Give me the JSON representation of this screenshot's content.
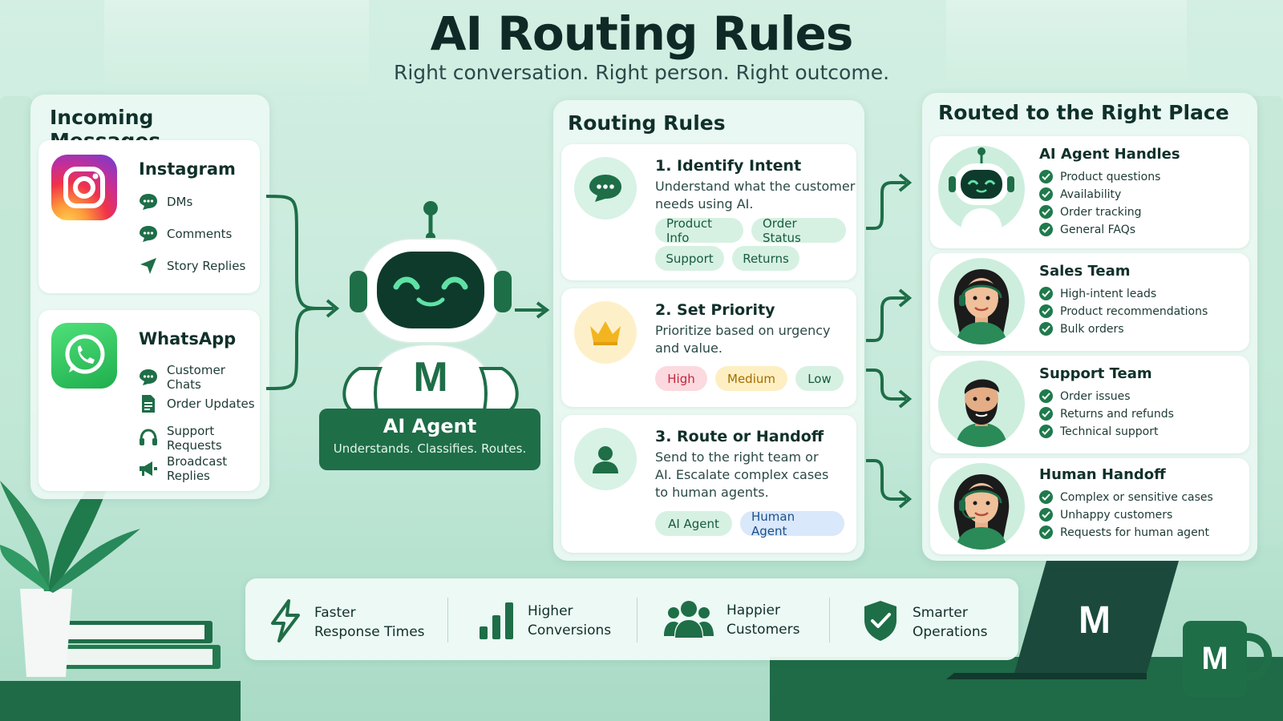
{
  "header": {
    "title": "AI Routing Rules",
    "subtitle": "Right conversation. Right person. Right outcome."
  },
  "incoming": {
    "title": "Incoming Messages",
    "sources": [
      {
        "name": "Instagram",
        "icon": "instagram-icon",
        "items": [
          {
            "label": "DMs",
            "icon": "chat-bubble-icon"
          },
          {
            "label": "Comments",
            "icon": "chat-bubble-icon"
          },
          {
            "label": "Story Replies",
            "icon": "send-icon"
          }
        ]
      },
      {
        "name": "WhatsApp",
        "icon": "whatsapp-icon",
        "items": [
          {
            "label": "Customer Chats",
            "icon": "chat-bubble-icon"
          },
          {
            "label": "Order Updates",
            "icon": "document-icon"
          },
          {
            "label": "Support Requests",
            "icon": "headset-icon"
          },
          {
            "label": "Broadcast Replies",
            "icon": "megaphone-icon"
          }
        ]
      }
    ]
  },
  "agent": {
    "letter": "M",
    "title": "AI Agent",
    "tagline": "Understands. Classifies. Routes."
  },
  "rules": {
    "title": "Routing Rules",
    "items": [
      {
        "title": "1. Identify Intent",
        "desc1": "Understand what the customer",
        "desc2": "needs using AI.",
        "desc3": "",
        "icon": "chat-bubble-icon",
        "chips": [
          "Product Info",
          "Order Status",
          "Support",
          "Returns"
        ]
      },
      {
        "title": "2. Set Priority",
        "desc1": "Prioritize based on urgency",
        "desc2": "and value.",
        "desc3": "",
        "icon": "crown-icon",
        "chips": [
          "High",
          "Medium",
          "Low"
        ]
      },
      {
        "title": "3. Route or Handoff",
        "desc1": "Send to the right team or",
        "desc2": "AI. Escalate complex cases",
        "desc3": "to human agents.",
        "icon": "person-icon",
        "chips": [
          "AI Agent",
          "Human Agent"
        ]
      }
    ]
  },
  "routed": {
    "title": "Routed to the Right Place",
    "destinations": [
      {
        "title": "AI Agent Handles",
        "items": [
          "Product questions",
          "Availability",
          "Order tracking",
          "General FAQs"
        ]
      },
      {
        "title": "Sales Team",
        "items": [
          "High-intent leads",
          "Product recommendations",
          "Bulk orders"
        ]
      },
      {
        "title": "Support Team",
        "items": [
          "Order issues",
          "Returns and refunds",
          "Technical support"
        ]
      },
      {
        "title": "Human Handoff",
        "items": [
          "Complex or sensitive cases",
          "Unhappy customers",
          "Requests for human agent"
        ]
      }
    ]
  },
  "benefits": [
    {
      "line1": "Faster",
      "line2": "Response Times",
      "icon": "lightning-icon"
    },
    {
      "line1": "Higher",
      "line2": "Conversions",
      "icon": "bar-chart-icon"
    },
    {
      "line1": "Happier",
      "line2": "Customers",
      "icon": "people-icon"
    },
    {
      "line1": "Smarter",
      "line2": "Operations",
      "icon": "shield-check-icon"
    }
  ],
  "decor": {
    "laptop_letter": "M",
    "mug_letter": "M"
  },
  "colors": {
    "brand_green": "#1e6e48",
    "dark_green": "#0f3d2c",
    "high": "#c5243b",
    "medium": "#a46b00"
  }
}
